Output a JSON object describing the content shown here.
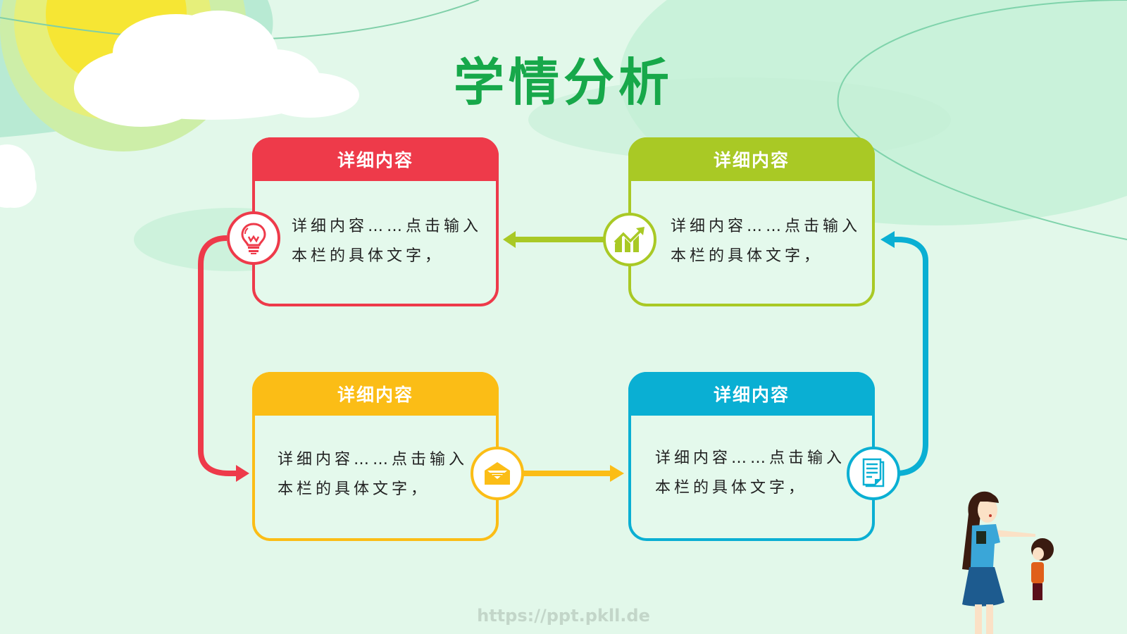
{
  "title": "学情分析",
  "colors": {
    "background": "#e2f8ea",
    "title": "#17a84a",
    "red": "#ee3a4a",
    "green": "#a9c925",
    "yellow": "#fbbd16",
    "blue": "#0aafd3"
  },
  "cards": [
    {
      "id": "red",
      "header": "详细内容",
      "line1": "详细内容……点击输入",
      "line2": "本栏的具体文字，",
      "icon": "lightbulb-icon",
      "color": "#ee3a4a"
    },
    {
      "id": "green",
      "header": "详细内容",
      "line1": "详细内容……点击输入",
      "line2": "本栏的具体文字，",
      "icon": "growth-chart-icon",
      "color": "#a9c925"
    },
    {
      "id": "yellow",
      "header": "详细内容",
      "line1": "详细内容……点击输入",
      "line2": "本栏的具体文字，",
      "icon": "envelope-icon",
      "color": "#fbbd16"
    },
    {
      "id": "blue",
      "header": "详细内容",
      "line1": "详细内容……点击输入",
      "line2": "本栏的具体文字，",
      "icon": "document-icon",
      "color": "#0aafd3"
    }
  ],
  "flow": [
    {
      "from": "red",
      "to": "yellow",
      "direction": "down-then-right"
    },
    {
      "from": "yellow",
      "to": "blue",
      "direction": "right"
    },
    {
      "from": "blue",
      "to": "green",
      "direction": "right-then-up"
    },
    {
      "from": "green",
      "to": "red",
      "direction": "left"
    }
  ],
  "watermark": "https://ppt.pkll.de"
}
